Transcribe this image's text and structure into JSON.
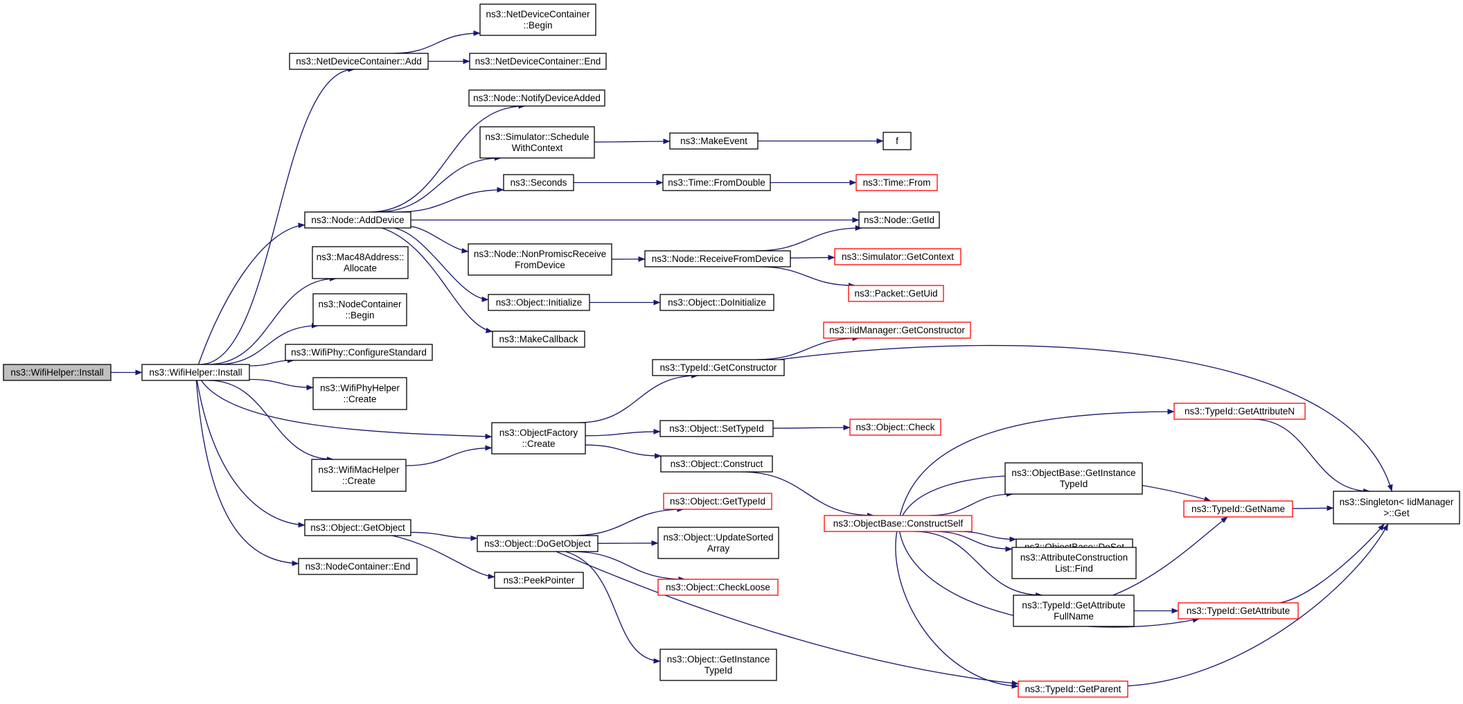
{
  "colors": {
    "edge": "#191970",
    "border_normal": "#000000",
    "border_truncated": "#ff0000",
    "fill_root": "#bfbfbf",
    "fill_normal": "#ffffff"
  },
  "nodes": [
    {
      "id": "root",
      "lines": [
        "ns3::WifiHelper::Install"
      ],
      "style": "root"
    },
    {
      "id": "install",
      "lines": [
        "ns3::WifiHelper::Install"
      ],
      "style": "normal"
    },
    {
      "id": "ndc_add",
      "lines": [
        "ns3::NetDeviceContainer::Add"
      ],
      "style": "normal"
    },
    {
      "id": "ndc_begin",
      "lines": [
        "ns3::NetDeviceContainer",
        "::Begin"
      ],
      "style": "normal"
    },
    {
      "id": "ndc_end",
      "lines": [
        "ns3::NetDeviceContainer::End"
      ],
      "style": "normal"
    },
    {
      "id": "notify",
      "lines": [
        "ns3::Node::NotifyDeviceAdded"
      ],
      "style": "normal"
    },
    {
      "id": "sched",
      "lines": [
        "ns3::Simulator::Schedule",
        "WithContext"
      ],
      "style": "normal"
    },
    {
      "id": "makeevent",
      "lines": [
        "ns3::MakeEvent"
      ],
      "style": "normal"
    },
    {
      "id": "f",
      "lines": [
        "f"
      ],
      "style": "normal"
    },
    {
      "id": "seconds",
      "lines": [
        "ns3::Seconds"
      ],
      "style": "normal"
    },
    {
      "id": "fromdouble",
      "lines": [
        "ns3::Time::FromDouble"
      ],
      "style": "normal"
    },
    {
      "id": "timefrom",
      "lines": [
        "ns3::Time::From"
      ],
      "style": "truncated"
    },
    {
      "id": "adddevice",
      "lines": [
        "ns3::Node::AddDevice"
      ],
      "style": "normal"
    },
    {
      "id": "getid",
      "lines": [
        "ns3::Node::GetId"
      ],
      "style": "normal"
    },
    {
      "id": "nonpromisc",
      "lines": [
        "ns3::Node::NonPromiscReceive",
        "FromDevice"
      ],
      "style": "normal"
    },
    {
      "id": "recvfromdev",
      "lines": [
        "ns3::Node::ReceiveFromDevice"
      ],
      "style": "normal"
    },
    {
      "id": "getcontext",
      "lines": [
        "ns3::Simulator::GetContext"
      ],
      "style": "truncated"
    },
    {
      "id": "getuid",
      "lines": [
        "ns3::Packet::GetUid"
      ],
      "style": "truncated"
    },
    {
      "id": "mac48",
      "lines": [
        "ns3::Mac48Address::",
        "Allocate"
      ],
      "style": "normal"
    },
    {
      "id": "init",
      "lines": [
        "ns3::Object::Initialize"
      ],
      "style": "normal"
    },
    {
      "id": "doinit",
      "lines": [
        "ns3::Object::DoInitialize"
      ],
      "style": "normal"
    },
    {
      "id": "nc_begin",
      "lines": [
        "ns3::NodeContainer",
        "::Begin"
      ],
      "style": "normal"
    },
    {
      "id": "makecb",
      "lines": [
        "ns3::MakeCallback"
      ],
      "style": "normal"
    },
    {
      "id": "iidctor",
      "lines": [
        "ns3::IidManager::GetConstructor"
      ],
      "style": "truncated"
    },
    {
      "id": "configstd",
      "lines": [
        "ns3::WifiPhy::ConfigureStandard"
      ],
      "style": "normal"
    },
    {
      "id": "getctor",
      "lines": [
        "ns3::TypeId::GetConstructor"
      ],
      "style": "normal"
    },
    {
      "id": "phyhelper",
      "lines": [
        "ns3::WifiPhyHelper",
        "::Create"
      ],
      "style": "normal"
    },
    {
      "id": "attrn",
      "lines": [
        "ns3::TypeId::GetAttributeN"
      ],
      "style": "truncated"
    },
    {
      "id": "ofcreate",
      "lines": [
        "ns3::ObjectFactory",
        "::Create"
      ],
      "style": "normal"
    },
    {
      "id": "settid",
      "lines": [
        "ns3::Object::SetTypeId"
      ],
      "style": "normal"
    },
    {
      "id": "check",
      "lines": [
        "ns3::Object::Check"
      ],
      "style": "truncated"
    },
    {
      "id": "construct",
      "lines": [
        "ns3::Object::Construct"
      ],
      "style": "normal"
    },
    {
      "id": "ob_git",
      "lines": [
        "ns3::ObjectBase::GetInstance",
        "TypeId"
      ],
      "style": "normal"
    },
    {
      "id": "machelper",
      "lines": [
        "ns3::WifiMacHelper",
        "::Create"
      ],
      "style": "normal"
    },
    {
      "id": "getname",
      "lines": [
        "ns3::TypeId::GetName"
      ],
      "style": "truncated"
    },
    {
      "id": "singleton",
      "lines": [
        "ns3::Singleton< IidManager",
        ">::Get"
      ],
      "style": "normal"
    },
    {
      "id": "gettypeid",
      "lines": [
        "ns3::Object::GetTypeId"
      ],
      "style": "truncated"
    },
    {
      "id": "getobject",
      "lines": [
        "ns3::Object::GetObject"
      ],
      "style": "normal"
    },
    {
      "id": "dogetobject",
      "lines": [
        "ns3::Object::DoGetObject"
      ],
      "style": "normal"
    },
    {
      "id": "cself",
      "lines": [
        "ns3::ObjectBase::ConstructSelf"
      ],
      "style": "truncated"
    },
    {
      "id": "doset",
      "lines": [
        "ns3::ObjectBase::DoSet"
      ],
      "style": "normal"
    },
    {
      "id": "updsorted",
      "lines": [
        "ns3::Object::UpdateSorted",
        "Array"
      ],
      "style": "normal"
    },
    {
      "id": "acl_find",
      "lines": [
        "ns3::AttributeConstruction",
        "List::Find"
      ],
      "style": "normal"
    },
    {
      "id": "nc_end",
      "lines": [
        "ns3::NodeContainer::End"
      ],
      "style": "normal"
    },
    {
      "id": "peek",
      "lines": [
        "ns3::PeekPointer"
      ],
      "style": "normal"
    },
    {
      "id": "checkloose",
      "lines": [
        "ns3::Object::CheckLoose"
      ],
      "style": "truncated"
    },
    {
      "id": "attrfull",
      "lines": [
        "ns3::TypeId::GetAttribute",
        "FullName"
      ],
      "style": "normal"
    },
    {
      "id": "getattr",
      "lines": [
        "ns3::TypeId::GetAttribute"
      ],
      "style": "truncated"
    },
    {
      "id": "o_git",
      "lines": [
        "ns3::Object::GetInstance",
        "TypeId"
      ],
      "style": "normal"
    },
    {
      "id": "getparent",
      "lines": [
        "ns3::TypeId::GetParent"
      ],
      "style": "truncated"
    }
  ],
  "edges": [
    [
      "root",
      "install"
    ],
    [
      "install",
      "ndc_add"
    ],
    [
      "install",
      "adddevice"
    ],
    [
      "install",
      "mac48"
    ],
    [
      "install",
      "nc_begin"
    ],
    [
      "install",
      "configstd"
    ],
    [
      "install",
      "phyhelper"
    ],
    [
      "install",
      "ofcreate"
    ],
    [
      "install",
      "machelper"
    ],
    [
      "install",
      "getobject"
    ],
    [
      "install",
      "nc_end"
    ],
    [
      "ndc_add",
      "ndc_begin"
    ],
    [
      "ndc_add",
      "ndc_end"
    ],
    [
      "adddevice",
      "notify"
    ],
    [
      "adddevice",
      "sched"
    ],
    [
      "adddevice",
      "seconds"
    ],
    [
      "adddevice",
      "getid"
    ],
    [
      "adddevice",
      "nonpromisc"
    ],
    [
      "adddevice",
      "init"
    ],
    [
      "adddevice",
      "makecb"
    ],
    [
      "sched",
      "makeevent"
    ],
    [
      "makeevent",
      "f"
    ],
    [
      "seconds",
      "fromdouble"
    ],
    [
      "fromdouble",
      "timefrom"
    ],
    [
      "nonpromisc",
      "recvfromdev"
    ],
    [
      "recvfromdev",
      "getid"
    ],
    [
      "recvfromdev",
      "getcontext"
    ],
    [
      "recvfromdev",
      "getuid"
    ],
    [
      "init",
      "doinit"
    ],
    [
      "machelper",
      "ofcreate"
    ],
    [
      "ofcreate",
      "getctor"
    ],
    [
      "ofcreate",
      "settid"
    ],
    [
      "ofcreate",
      "construct"
    ],
    [
      "getctor",
      "iidctor"
    ],
    [
      "getctor",
      "singleton"
    ],
    [
      "settid",
      "check"
    ],
    [
      "construct",
      "cself"
    ],
    [
      "cself",
      "attrn"
    ],
    [
      "cself",
      "getname"
    ],
    [
      "cself",
      "ob_git"
    ],
    [
      "cself",
      "doset"
    ],
    [
      "cself",
      "acl_find"
    ],
    [
      "cself",
      "attrfull"
    ],
    [
      "cself",
      "getattr"
    ],
    [
      "cself",
      "getparent"
    ],
    [
      "attrn",
      "singleton"
    ],
    [
      "getname",
      "singleton"
    ],
    [
      "getattr",
      "singleton"
    ],
    [
      "getparent",
      "singleton"
    ],
    [
      "attrfull",
      "getname"
    ],
    [
      "attrfull",
      "getattr"
    ],
    [
      "getobject",
      "dogetobject"
    ],
    [
      "getobject",
      "peek"
    ],
    [
      "dogetobject",
      "gettypeid"
    ],
    [
      "dogetobject",
      "updsorted"
    ],
    [
      "dogetobject",
      "checkloose"
    ],
    [
      "dogetobject",
      "o_git"
    ],
    [
      "dogetobject",
      "getparent"
    ]
  ]
}
